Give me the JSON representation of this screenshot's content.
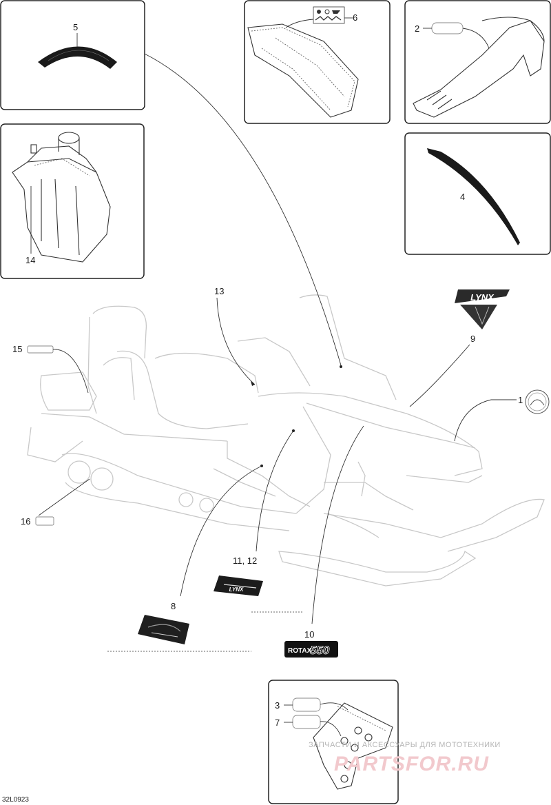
{
  "diagram_code": "32L0923",
  "callouts": {
    "c1": "1",
    "c2": "2",
    "c3": "3",
    "c4": "4",
    "c5": "5",
    "c6": "6",
    "c7": "7",
    "c8": "8",
    "c9": "9",
    "c10": "10",
    "c11_12": "11, 12",
    "c13": "13",
    "c14": "14",
    "c15": "15",
    "c16": "16"
  },
  "decals": {
    "lynx_logo": "LYNX",
    "rotax_brand": "ROTAX",
    "rotax_model": "550"
  },
  "watermark": {
    "caption": "ЗАПЧАСТИ И АКСЕССУАРЫ ДЛЯ МОТОТЕХНИКИ",
    "brand": "PARTSFOR.RU"
  },
  "colors": {
    "line": "#222222",
    "ghost": "#c8c8c8",
    "watermark": "#f2c9cd"
  }
}
